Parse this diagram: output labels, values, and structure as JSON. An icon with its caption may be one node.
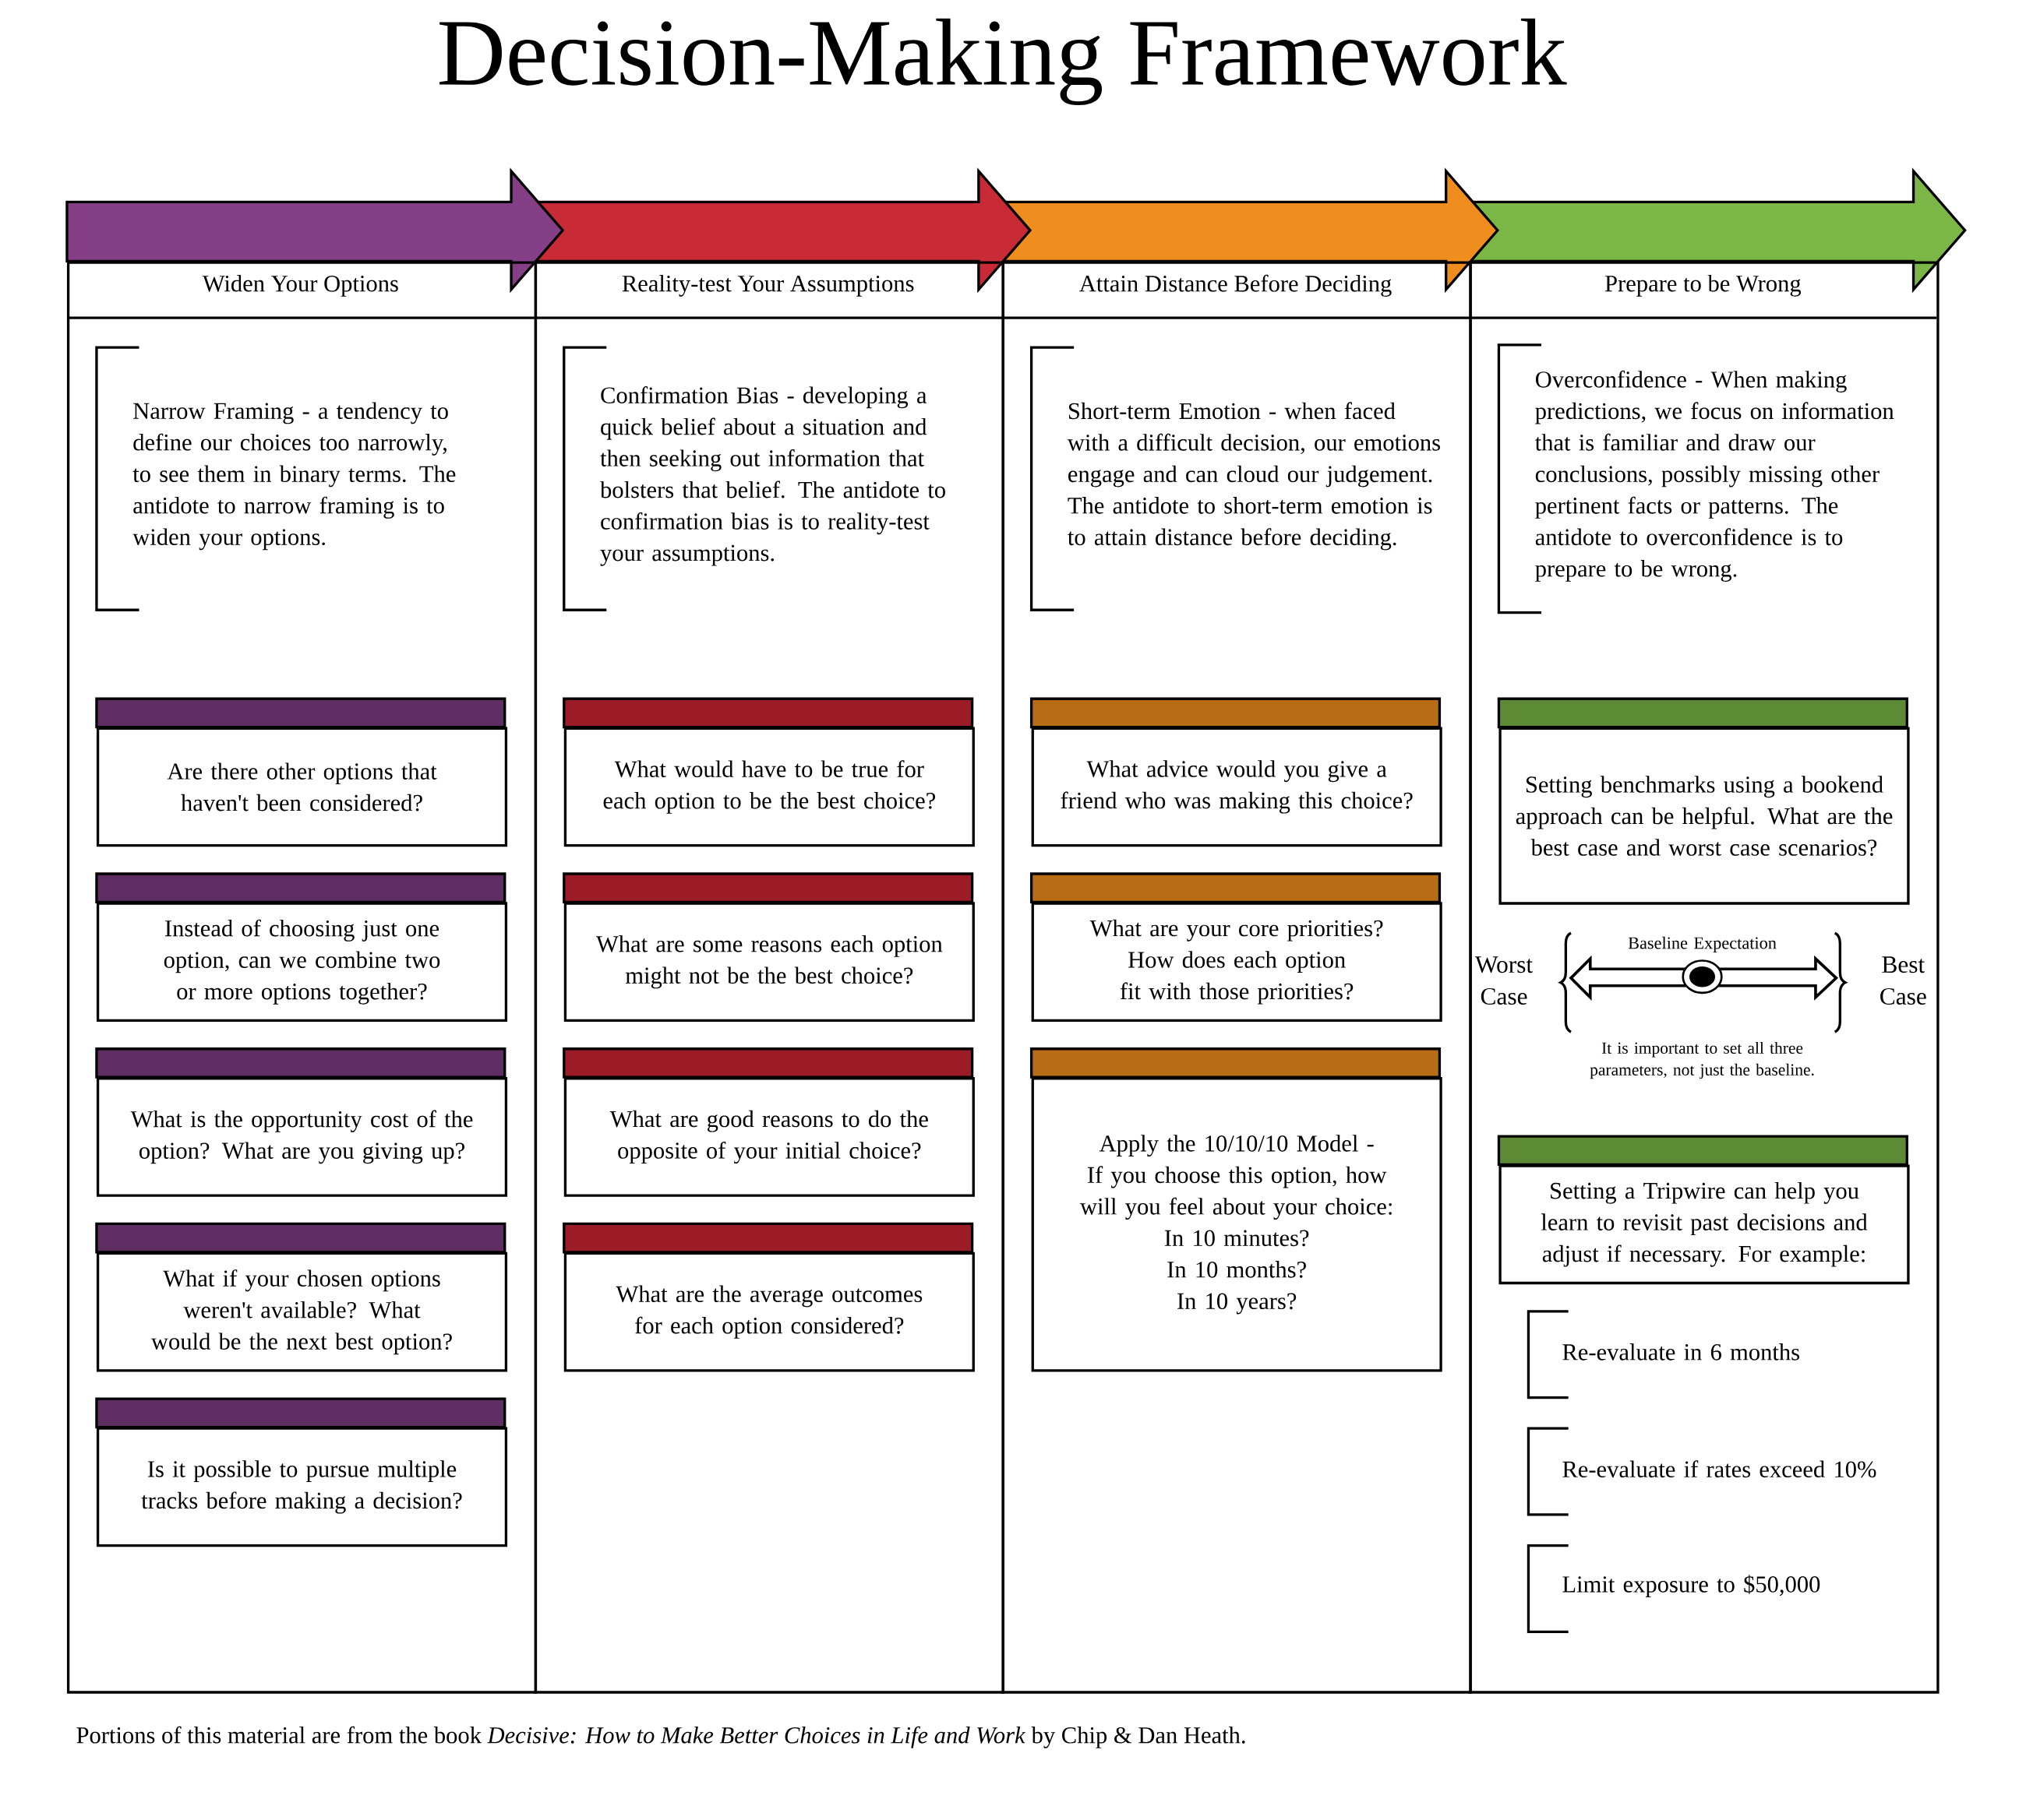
{
  "diagram": {
    "title": "Decision-Making Framework",
    "caption": "Portions of this material are from the book *Decisive: How to Make Better Choices in Life and Work* by Chip & Dan Heath.",
    "nodes": [
      {
        "text": [
          "Widen Your Options"
        ]
      },
      {
        "text": [
          "Reality-test Your Assumptions"
        ]
      },
      {
        "text": [
          "Attain Distance Before Deciding"
        ]
      },
      {
        "text": [
          "Prepare to be Wrong"
        ]
      },
      {
        "text": [
          "Narrow Framing - a tendency to define our choices too narrowly, to see them in binary terms. The antidote to narrow framing is to widen your options."
        ],
        "in": 0
      },
      {
        "text": [
          "Are there other options that haven't been considered?"
        ],
        "in": 0
      },
      {
        "text": [
          "Instead of choosing just one option, can we combine two or more options together?"
        ],
        "in": 0
      },
      {
        "text": [
          "What is the opportunity cost of the option? What are you giving up?"
        ],
        "in": 0
      },
      {
        "text": [
          "What if your chosen options weren't available? What would be the next best option?"
        ],
        "in": 0
      },
      {
        "text": [
          "Is it possible to pursue multiple tracks before making a decision?"
        ],
        "in": 0
      },
      {
        "text": [
          "Confirmation Bias - developing a quick belief about a situation and then seeking out information that bolsters that belief. The antidote to confirmation bias is to reality-test your assumptions."
        ],
        "in": 1
      },
      {
        "text": [
          "What would have to be true for each option to be the best choice?"
        ],
        "in": 1
      },
      {
        "text": [
          "What are some reasons each option might not be the best choice?"
        ],
        "in": 1
      },
      {
        "text": [
          "What are good reasons to do the opposite of your initial choice?"
        ],
        "in": 1
      },
      {
        "text": [
          "What are the average outcomes for each option considered?"
        ],
        "in": 1
      },
      {
        "text": [
          "Short-term Emotion - when faced with a difficult decision, our emotions engage and can cloud our judgement. The antidote to short-term emotion is to attain distance before deciding."
        ],
        "in": 2
      },
      {
        "text": [
          "What advice would you give a friend who was making this choice?"
        ],
        "in": 2
      },
      {
        "text": [
          "What are your core priorities? How does each option fit with those priorities?"
        ],
        "in": 2
      },
      {
        "text": [
          "Apply the 10/10/10 Model -",
          "If you choose this option, how will you feel about your choice:",
          "In 10 minutes?",
          "In 10 months?",
          "In 10 years?"
        ],
        "in": 2
      },
      {
        "text": [
          "Overconfidence - When making predictions, we focus on information that is familiar and draw our conclusions, possibly missing other pertinent facts or patterns. The antidote to overconfidence is to prepare to be wrong."
        ],
        "in": 3
      },
      {
        "text": [
          "Setting benchmarks using a bookend approach can be helpful. What are the best case and worst case scenarios?"
        ],
        "in": 3
      },
      {
        "text": [
          "Setting a Tripwire can help you learn to revisit past decisions and adjust if necessary. For example:"
        ],
        "in": 3
      },
      {
        "text": [
          "Re-evaluate in 6 months"
        ],
        "in": 3
      },
      {
        "text": [
          "Re-evaluate if rates exceed 10%"
        ],
        "in": 3
      },
      {
        "text": [
          "Limit exposure to $50,000"
        ],
        "in": 3
      }
    ],
    "labels": [
      "Worst Case",
      "Baseline Expectation",
      "Best Case",
      "It is important to set all three parameters, not just the baseline."
    ]
  }
}
